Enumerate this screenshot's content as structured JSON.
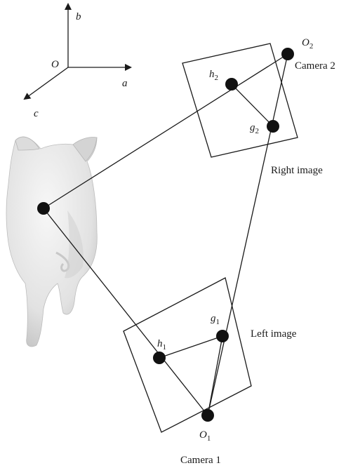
{
  "axes": {
    "origin": "O",
    "x": "a",
    "y": "b",
    "z": "c"
  },
  "cameras": {
    "left_center": {
      "letter": "O",
      "sub": "1"
    },
    "right_center": {
      "letter": "O",
      "sub": "2"
    },
    "left_label": "Camera 1",
    "right_label": "Camera 2"
  },
  "image_points": {
    "h1": {
      "letter": "h",
      "sub": "1"
    },
    "g1": {
      "letter": "g",
      "sub": "1"
    },
    "h2": {
      "letter": "h",
      "sub": "2"
    },
    "g2": {
      "letter": "g",
      "sub": "2"
    }
  },
  "planes": {
    "left": "Left image",
    "right": "Right image"
  },
  "colors": {
    "ink": "#1a1a1a",
    "pig_body": "#e9e9e9",
    "pig_shadow": "#c9c9c9"
  }
}
